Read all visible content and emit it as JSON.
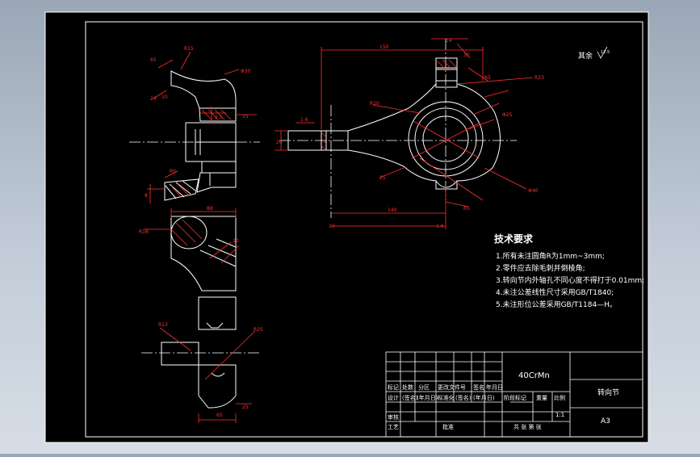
{
  "drawing": {
    "roughness_note": "其余",
    "roughness_value": "12.5",
    "tech_requirements": {
      "title": "技术要求",
      "items": [
        "1.所有未注圆角R为1mm~3mm;",
        "2.零件应去除毛刺并倒棱角;",
        "3.转向节内外轴孔不同心度不得打于0.01mm;",
        "4.未注公差线性尺寸采用GB/T1840;",
        "5.未注形位公差采用GB/T1184—H。"
      ]
    },
    "title_block": {
      "material": "40CrMn",
      "part_name": "转向节",
      "scale": "1:1",
      "sheet_size": "A3",
      "row_labels_1": [
        "标记",
        "处数",
        "分区",
        "更改文件号",
        "签名",
        "年月日"
      ],
      "row_labels_2": [
        "设计",
        "(签名)",
        "(年月日)",
        "标准化",
        "(签名)",
        "(年月日)"
      ],
      "stage_headers": [
        "阶段标记",
        "重量",
        "比例"
      ],
      "review_label": "审核",
      "process_label": "工艺",
      "approve_label": "批准",
      "sheets_label": "共  张  第  张"
    },
    "dimensions": {
      "d1": "65",
      "d2": "R15",
      "d3": "Φ30",
      "d4": "26",
      "d5": "10",
      "d6": "2.5",
      "d7": "15",
      "d8": "R16",
      "d9": "8",
      "d10": "R0",
      "d11": "88",
      "d12": "10",
      "d13": "65",
      "d14": "R13",
      "d15": "R25",
      "d16": "25",
      "d17": "Φ25",
      "d18": "25",
      "d19": "1.6",
      "d20": "150",
      "d21": "140",
      "d22": "10",
      "d23": "1.6",
      "d24": "20",
      "d25": "30",
      "d26": "R23",
      "d27": "R20",
      "d28": "14",
      "d29": "R5",
      "d30": "Φ40",
      "d31": "R5"
    }
  }
}
